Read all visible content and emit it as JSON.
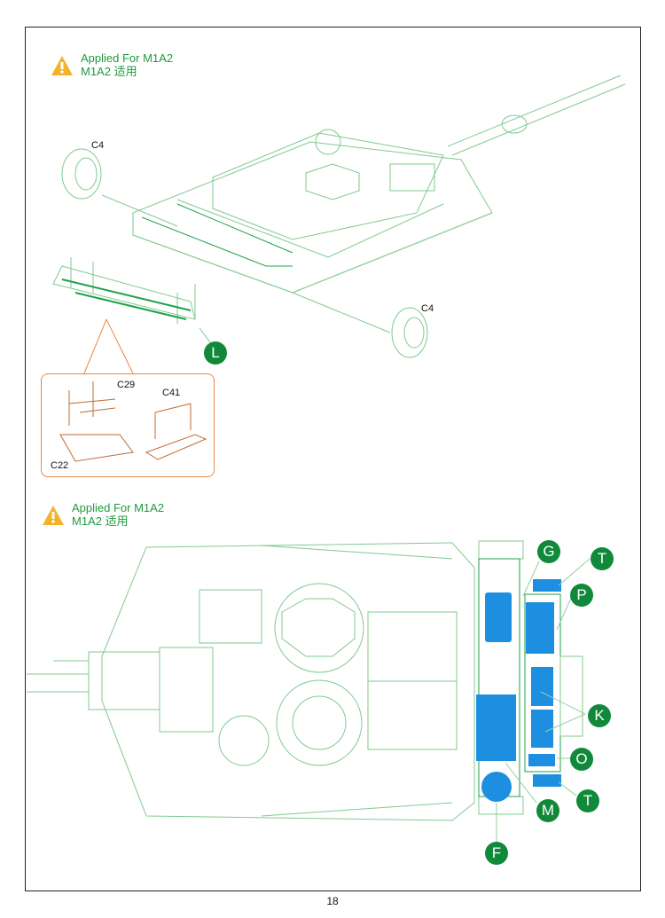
{
  "notes": [
    {
      "line1": "Applied For M1A2",
      "line2": "M1A2 适用"
    },
    {
      "line1": "Applied For M1A2",
      "line2": "M1A2 适用"
    }
  ],
  "step1": {
    "parts": {
      "c4_left": "C4",
      "c4_right": "C4",
      "l": "L",
      "c29": "C29",
      "c41": "C41",
      "c22": "C22"
    }
  },
  "step2": {
    "callouts": {
      "g": "G",
      "t_top": "T",
      "p": "P",
      "k": "K",
      "o": "O",
      "t_bottom": "T",
      "m": "M",
      "f": "F"
    }
  },
  "page_number": "18",
  "colors": {
    "line": "#8fd19c",
    "accent": "#10893a",
    "fill": "#1e8fe0",
    "inset": "#e8874a",
    "warning": "#f2b32a"
  }
}
